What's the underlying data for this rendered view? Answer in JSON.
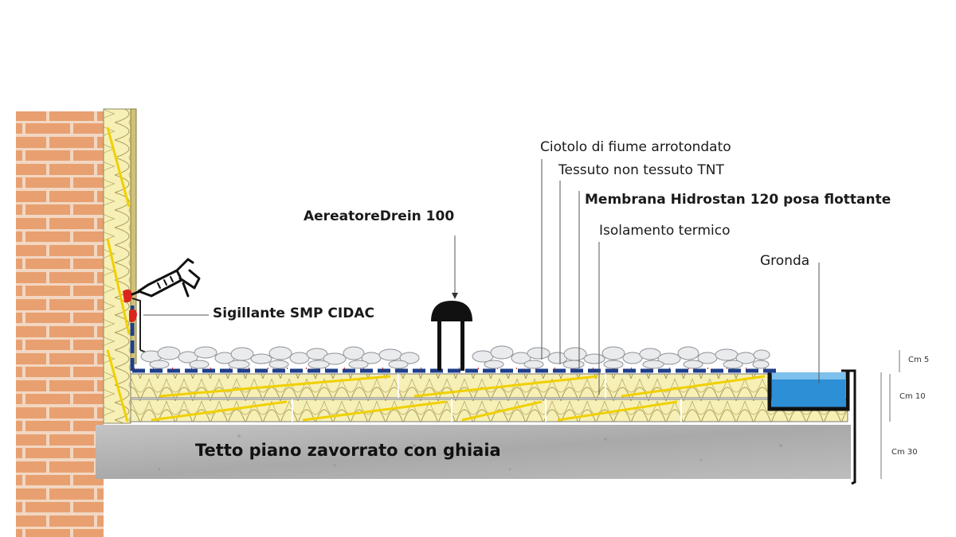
{
  "labels": {
    "ciotolo": "Ciotolo di fiume arrotondato",
    "tnt": "Tessuto non tessuto TNT",
    "membrana": "Membrana Hidrostan 120  posa flottante",
    "isolamento": "Isolamento  termico",
    "aeratore": "AereatoreDrein 100",
    "gronda": "Gronda",
    "sigillante": "Sigillante SMP CIDAC",
    "tetto": "Tetto piano zavorrato con ghiaia"
  },
  "dimensions": {
    "cm5": "Cm 5",
    "cm10": "Cm 10",
    "cm30": "Cm 30"
  },
  "colors": {
    "brick": "#e8a070",
    "mortar": "#f2d7c2",
    "insulation": "#f5efb0",
    "insulation_line": "#e0b800",
    "concrete": "#b5b5b5",
    "membrane": "#1f3f8a",
    "sealant": "#d9261c",
    "gutter_water": "#2d8fd5",
    "gravel": "#e9ebed"
  },
  "icons": {
    "sealant_gun": "caulking-gun-icon",
    "aerator": "aerator-mushroom-icon"
  }
}
